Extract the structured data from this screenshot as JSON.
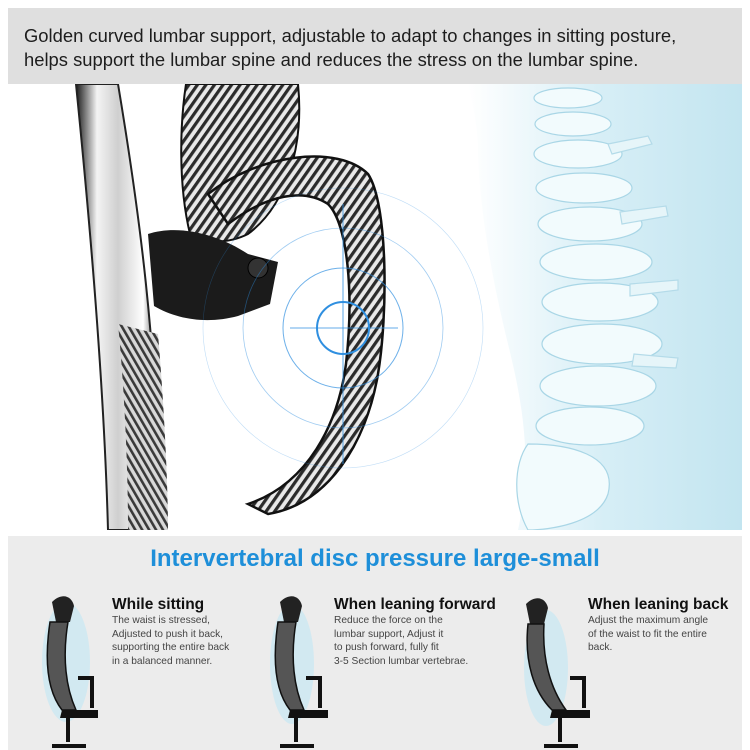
{
  "header": {
    "text_line1": "Golden curved lumbar support, adjustable to adapt to changes in sitting posture,",
    "text_line2": "helps support the lumbar spine and reduces the stress on the lumbar spine."
  },
  "hero": {
    "image_icon": "lumbar-support-cushion-icon",
    "spine_icon": "spine-icon",
    "accent_color": "#2f8fe0",
    "spine_color": "#bfe3ef"
  },
  "section": {
    "title": "Intervertebral disc pressure large-small",
    "title_color": "#1e8fd9"
  },
  "panels": [
    {
      "heading": "While sitting",
      "desc_lines": [
        "The waist is stressed,",
        "Adjusted to push it back,",
        "supporting the entire back",
        "in a balanced manner."
      ]
    },
    {
      "heading": "When leaning forward",
      "desc_lines": [
        "Reduce the force on the",
        "lumbar support, Adjust it",
        "to push forward, fully fit",
        "3-5 Section lumbar vertebrae."
      ]
    },
    {
      "heading": "When leaning back",
      "desc_lines": [
        "Adjust the maximum angle",
        "of the waist to fit the entire",
        "back."
      ]
    }
  ]
}
